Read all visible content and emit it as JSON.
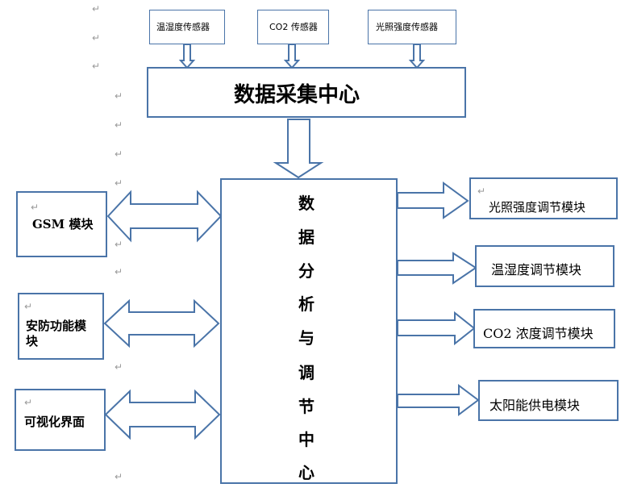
{
  "sensors": {
    "temp_humidity": "温湿度传感器",
    "co2": "CO2 传感器",
    "light": "光照强度传感器"
  },
  "collection_center": "数据采集中心",
  "analysis_center": [
    "数",
    "据",
    "分",
    "析",
    "与",
    "调",
    "节",
    "中",
    "心"
  ],
  "left_modules": {
    "gsm": "GSM 模块",
    "security_line1": "安防功能模",
    "security_line2": "块",
    "visual": "可视化界面"
  },
  "right_modules": {
    "light_adjust": "光照强度调节模块",
    "temp_humidity_adjust": "温湿度调节模块",
    "co2_adjust": "CO2 浓度调节模块",
    "solar": "太阳能供电模块"
  },
  "paragraph_mark": "↵",
  "colors": {
    "border": "#4a74a8",
    "arrow_fill": "#ffffff"
  }
}
